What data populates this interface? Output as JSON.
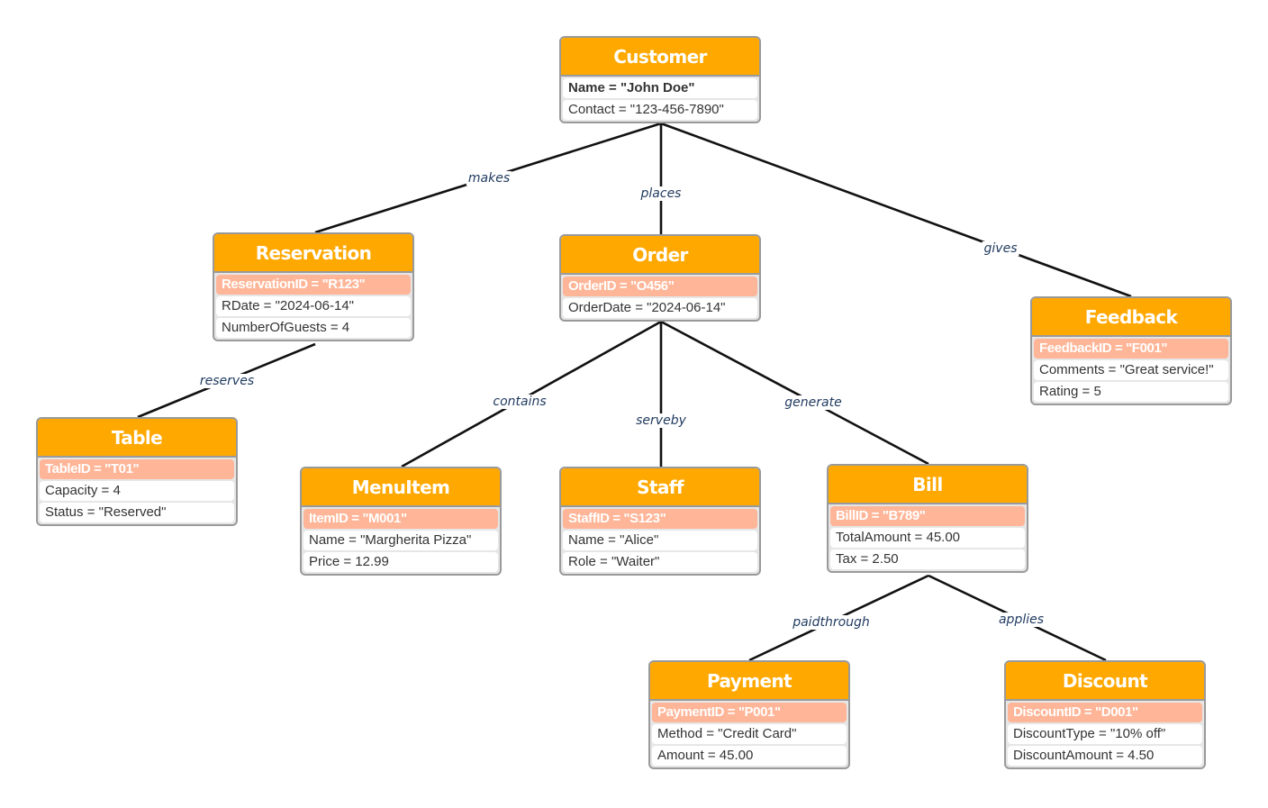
{
  "nodes": {
    "customer": {
      "title": "Customer",
      "attrs": [
        {
          "text": "Name = \"John Doe\""
        },
        {
          "text": "Contact = \"123-456-7890\""
        }
      ]
    },
    "reservation": {
      "title": "Reservation",
      "attrs": [
        {
          "text": "ReservationID = \"R123\"",
          "key": true
        },
        {
          "text": "RDate = \"2024-06-14\""
        },
        {
          "text": "NumberOfGuests = 4"
        }
      ]
    },
    "order": {
      "title": "Order",
      "attrs": [
        {
          "text": "OrderID = \"O456\"",
          "key": true
        },
        {
          "text": "OrderDate = \"2024-06-14\""
        }
      ]
    },
    "feedback": {
      "title": "Feedback",
      "attrs": [
        {
          "text": "FeedbackID = \"F001\"",
          "key": true
        },
        {
          "text": "Comments = \"Great service!\""
        },
        {
          "text": "Rating = 5"
        }
      ]
    },
    "table": {
      "title": "Table",
      "attrs": [
        {
          "text": "TableID = \"T01\"",
          "key": true
        },
        {
          "text": "Capacity = 4"
        },
        {
          "text": "Status = \"Reserved\""
        }
      ]
    },
    "menuitem": {
      "title": "MenuItem",
      "attrs": [
        {
          "text": "ItemID = \"M001\"",
          "key": true
        },
        {
          "text": "Name = \"Margherita Pizza\""
        },
        {
          "text": "Price = 12.99"
        }
      ]
    },
    "staff": {
      "title": "Staff",
      "attrs": [
        {
          "text": "StaffID = \"S123\"",
          "key": true
        },
        {
          "text": "Name = \"Alice\""
        },
        {
          "text": "Role = \"Waiter\""
        }
      ]
    },
    "bill": {
      "title": "Bill",
      "attrs": [
        {
          "text": "BillID = \"B789\"",
          "key": true
        },
        {
          "text": "TotalAmount = 45.00"
        },
        {
          "text": "Tax = 2.50"
        }
      ]
    },
    "payment": {
      "title": "Payment",
      "attrs": [
        {
          "text": "PaymentID = \"P001\"",
          "key": true
        },
        {
          "text": "Method = \"Credit Card\""
        },
        {
          "text": "Amount = 45.00"
        }
      ]
    },
    "discount": {
      "title": "Discount",
      "attrs": [
        {
          "text": "DiscountID = \"D001\"",
          "key": true
        },
        {
          "text": "DiscountType = \"10% off\""
        },
        {
          "text": "DiscountAmount = 4.50"
        }
      ]
    }
  },
  "edges": [
    {
      "id": "makes",
      "from": "customer",
      "to": "reservation",
      "label": "makes"
    },
    {
      "id": "places",
      "from": "customer",
      "to": "order",
      "label": "places"
    },
    {
      "id": "gives",
      "from": "customer",
      "to": "feedback",
      "label": "gives"
    },
    {
      "id": "reserves",
      "from": "reservation",
      "to": "table",
      "label": "reserves"
    },
    {
      "id": "contains",
      "from": "order",
      "to": "menuitem",
      "label": "contains"
    },
    {
      "id": "serveby",
      "from": "order",
      "to": "staff",
      "label": "serveby"
    },
    {
      "id": "generate",
      "from": "order",
      "to": "bill",
      "label": "generate"
    },
    {
      "id": "paidthrough",
      "from": "bill",
      "to": "payment",
      "label": "paidthrough"
    },
    {
      "id": "applies",
      "from": "bill",
      "to": "discount",
      "label": "applies"
    }
  ],
  "colors": {
    "header": "#ffa800",
    "key_attr": "#ffb597",
    "border": "#9a9a9a",
    "edge": "#111111",
    "edge_label": "#1f3a5f"
  }
}
